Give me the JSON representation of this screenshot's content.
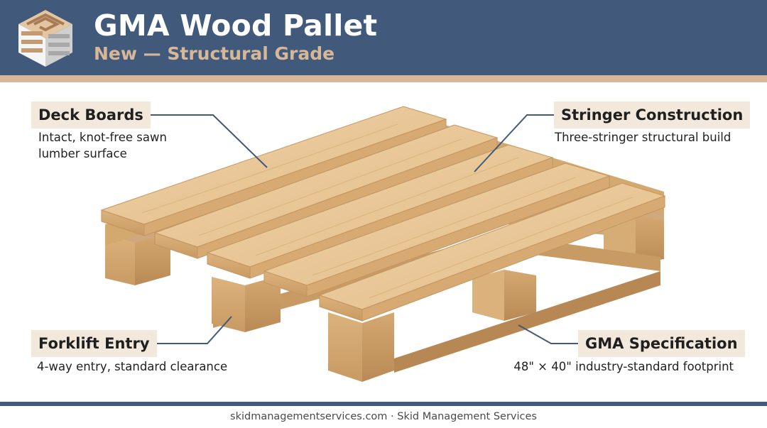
{
  "header": {
    "title": "GMA Wood Pallet",
    "subtitle": "New — Structural Grade",
    "logo_icon": "pallet-cube-logo"
  },
  "colors": {
    "header_bg": "#41597a",
    "accent_tan": "#d6b898",
    "tag_bg": "#f3e8dc",
    "wood": "#e8c596"
  },
  "callouts": {
    "deck_boards": {
      "label": "Deck Boards",
      "desc_line1": "Intact, knot-free sawn",
      "desc_line2": "lumber surface"
    },
    "stringer": {
      "label": "Stringer Construction",
      "desc": "Three-stringer structural build"
    },
    "forklift": {
      "label": "Forklift Entry",
      "desc": "4-way entry, standard clearance"
    },
    "gma_spec": {
      "label": "GMA Specification",
      "desc": "48\" × 40\" industry-standard footprint"
    }
  },
  "footer": {
    "text": "skidmanagementservices.com · Skid Management Services"
  }
}
